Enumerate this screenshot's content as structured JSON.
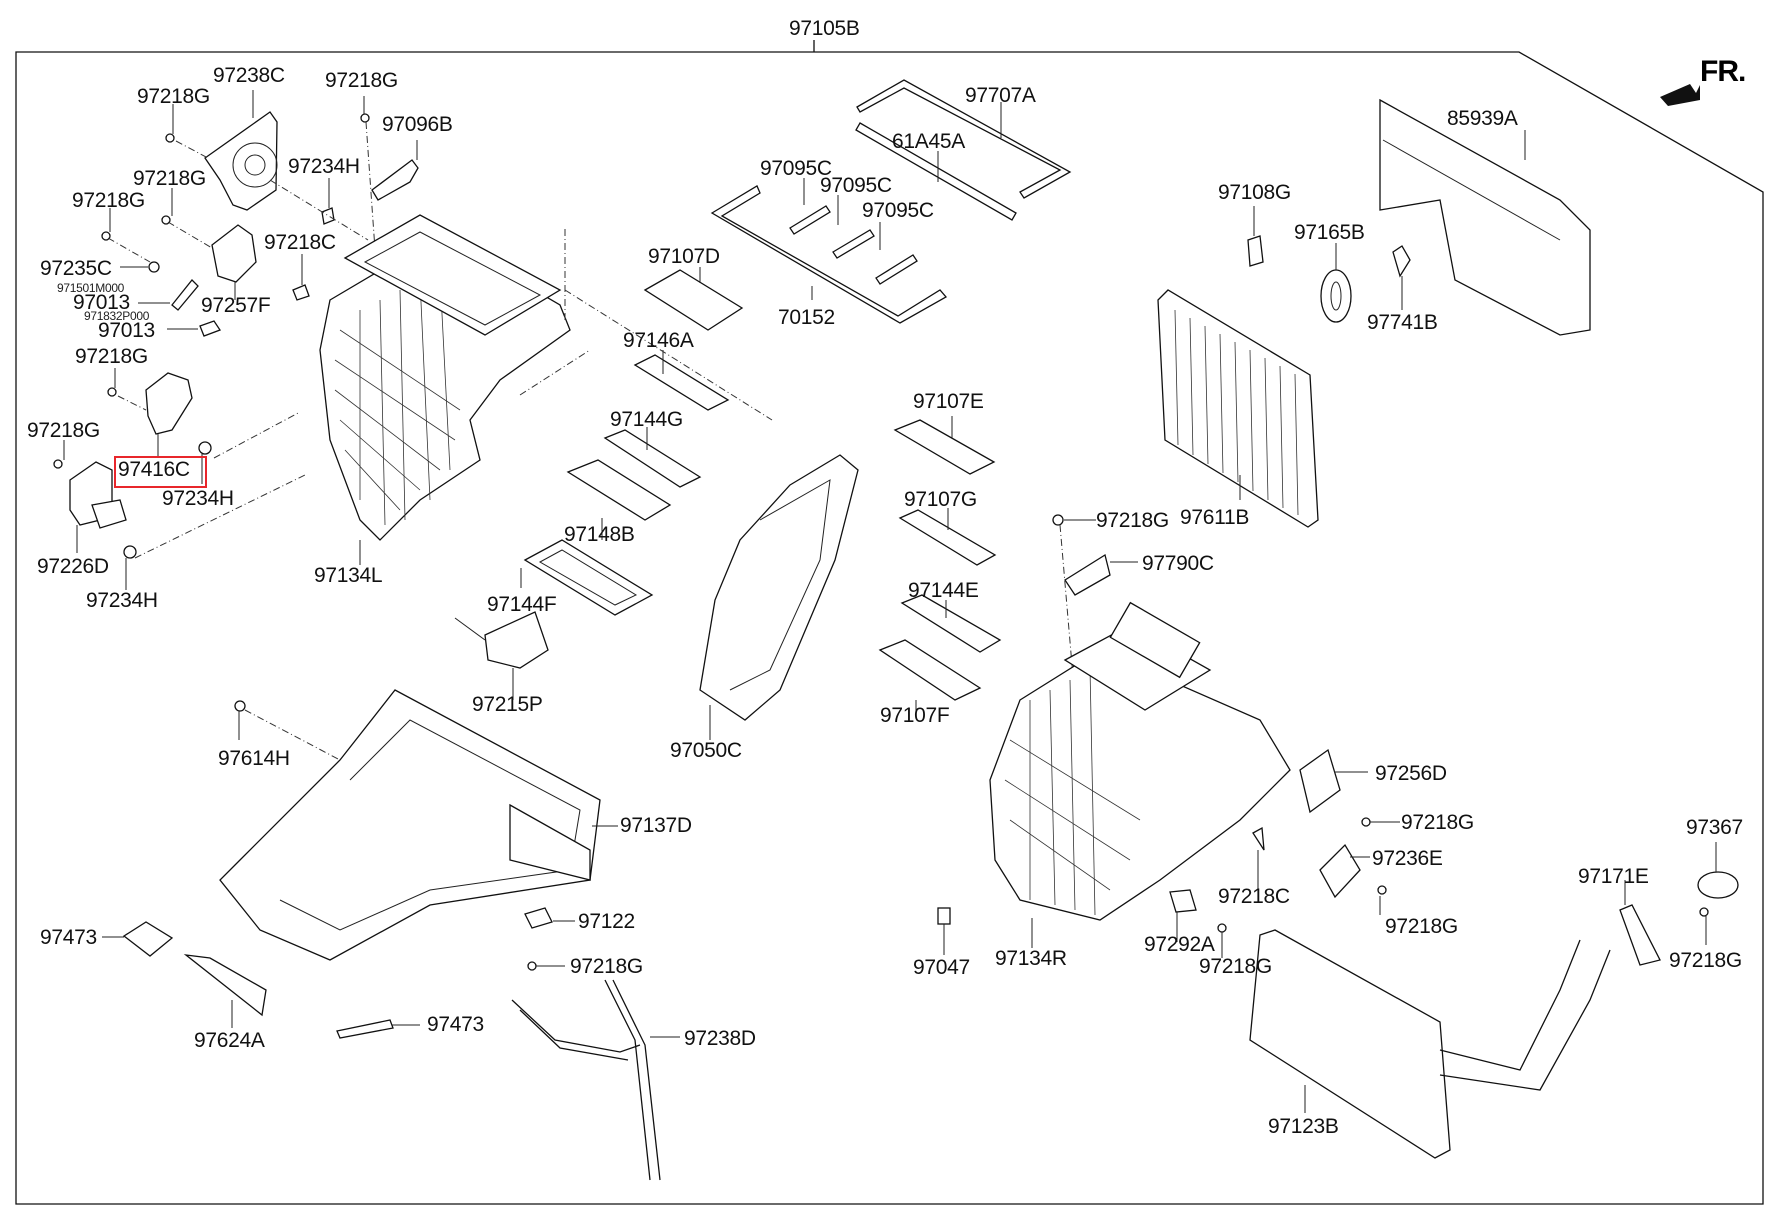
{
  "diagram": {
    "title_part": "97105B",
    "direction_indicator": "FR.",
    "highlighted_part": "97416C",
    "highlight_color": "#e8262b",
    "labels": [
      {
        "id": "l-97105B",
        "text": "97105B"
      },
      {
        "id": "l-97238C",
        "text": "97238C"
      },
      {
        "id": "l-97218G-a",
        "text": "97218G"
      },
      {
        "id": "l-97218G-b",
        "text": "97218G"
      },
      {
        "id": "l-97096B",
        "text": "97096B"
      },
      {
        "id": "l-97218G-c",
        "text": "97218G"
      },
      {
        "id": "l-97234H-a",
        "text": "97234H"
      },
      {
        "id": "l-97218G-d",
        "text": "97218G"
      },
      {
        "id": "l-97218C-a",
        "text": "97218C"
      },
      {
        "id": "l-97235C",
        "text": "97235C"
      },
      {
        "id": "l-971501M000",
        "text": "971501M000",
        "small": true
      },
      {
        "id": "l-97013-a",
        "text": "97013"
      },
      {
        "id": "l-971832P000",
        "text": "971832P000",
        "small": true
      },
      {
        "id": "l-97257F",
        "text": "97257F"
      },
      {
        "id": "l-97013-b",
        "text": "97013"
      },
      {
        "id": "l-97218G-e",
        "text": "97218G"
      },
      {
        "id": "l-97218G-f",
        "text": "97218G"
      },
      {
        "id": "l-97416C",
        "text": "97416C"
      },
      {
        "id": "l-97234H-b",
        "text": "97234H"
      },
      {
        "id": "l-97226D",
        "text": "97226D"
      },
      {
        "id": "l-97234H-c",
        "text": "97234H"
      },
      {
        "id": "l-97134L",
        "text": "97134L"
      },
      {
        "id": "l-97707A",
        "text": "97707A"
      },
      {
        "id": "l-61A45A",
        "text": "61A45A"
      },
      {
        "id": "l-97095C-a",
        "text": "97095C"
      },
      {
        "id": "l-97095C-b",
        "text": "97095C"
      },
      {
        "id": "l-97095C-c",
        "text": "97095C"
      },
      {
        "id": "l-70152",
        "text": "70152"
      },
      {
        "id": "l-97107D",
        "text": "97107D"
      },
      {
        "id": "l-97146A",
        "text": "97146A"
      },
      {
        "id": "l-97144G",
        "text": "97144G"
      },
      {
        "id": "l-97148B",
        "text": "97148B"
      },
      {
        "id": "l-97144F",
        "text": "97144F"
      },
      {
        "id": "l-97215P",
        "text": "97215P"
      },
      {
        "id": "l-97050C",
        "text": "97050C"
      },
      {
        "id": "l-97614H",
        "text": "97614H"
      },
      {
        "id": "l-97137D",
        "text": "97137D"
      },
      {
        "id": "l-97122",
        "text": "97122"
      },
      {
        "id": "l-97218G-g",
        "text": "97218G"
      },
      {
        "id": "l-97473-a",
        "text": "97473"
      },
      {
        "id": "l-97624A",
        "text": "97624A"
      },
      {
        "id": "l-97473-b",
        "text": "97473"
      },
      {
        "id": "l-97238D",
        "text": "97238D"
      },
      {
        "id": "l-97107E",
        "text": "97107E"
      },
      {
        "id": "l-97107G",
        "text": "97107G"
      },
      {
        "id": "l-97144E",
        "text": "97144E"
      },
      {
        "id": "l-97107F",
        "text": "97107F"
      },
      {
        "id": "l-97218G-h",
        "text": "97218G"
      },
      {
        "id": "l-97790C",
        "text": "97790C"
      },
      {
        "id": "l-85939A",
        "text": "85939A"
      },
      {
        "id": "l-97108G",
        "text": "97108G"
      },
      {
        "id": "l-97165B",
        "text": "97165B"
      },
      {
        "id": "l-97741B",
        "text": "97741B"
      },
      {
        "id": "l-97611B",
        "text": "97611B"
      },
      {
        "id": "l-97256D",
        "text": "97256D"
      },
      {
        "id": "l-97218G-i",
        "text": "97218G"
      },
      {
        "id": "l-97236E",
        "text": "97236E"
      },
      {
        "id": "l-97218C-b",
        "text": "97218C"
      },
      {
        "id": "l-97218G-j",
        "text": "97218G"
      },
      {
        "id": "l-97292A",
        "text": "97292A"
      },
      {
        "id": "l-97218G-k",
        "text": "97218G"
      },
      {
        "id": "l-97047",
        "text": "97047"
      },
      {
        "id": "l-97134R",
        "text": "97134R"
      },
      {
        "id": "l-97367",
        "text": "97367"
      },
      {
        "id": "l-97171E",
        "text": "97171E"
      },
      {
        "id": "l-97218G-l",
        "text": "97218G"
      },
      {
        "id": "l-97123B",
        "text": "97123B"
      }
    ]
  }
}
